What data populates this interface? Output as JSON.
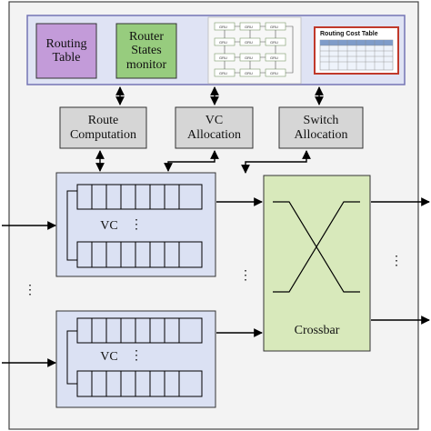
{
  "monitor": {
    "routing_table_label": "Routing Table",
    "router_states_label": "Router States monitor",
    "cost_table_title": "Routing Cost Table",
    "mini_graph_node_label": "GRU"
  },
  "stages": {
    "route_computation_label": "Route Computation",
    "vc_allocation_label": "VC Allocation",
    "switch_allocation_label": "Switch Allocation"
  },
  "inputs": {
    "vc_label_top": "VC",
    "vc_label_bottom": "VC",
    "ellipsis": "⋮"
  },
  "crossbar": {
    "label": "Crossbar"
  },
  "colors": {
    "routing_table": "#c39bd9",
    "router_states": "#97cc7e",
    "monitor_bg": "#dfe3f4",
    "monitor_border": "#7474b5",
    "stage_box": "#d6d6d6",
    "vc_buffer_bg": "#dbe1f3",
    "crossbar_bg": "#d8e9bb",
    "cost_table_border": "#c0392b"
  }
}
